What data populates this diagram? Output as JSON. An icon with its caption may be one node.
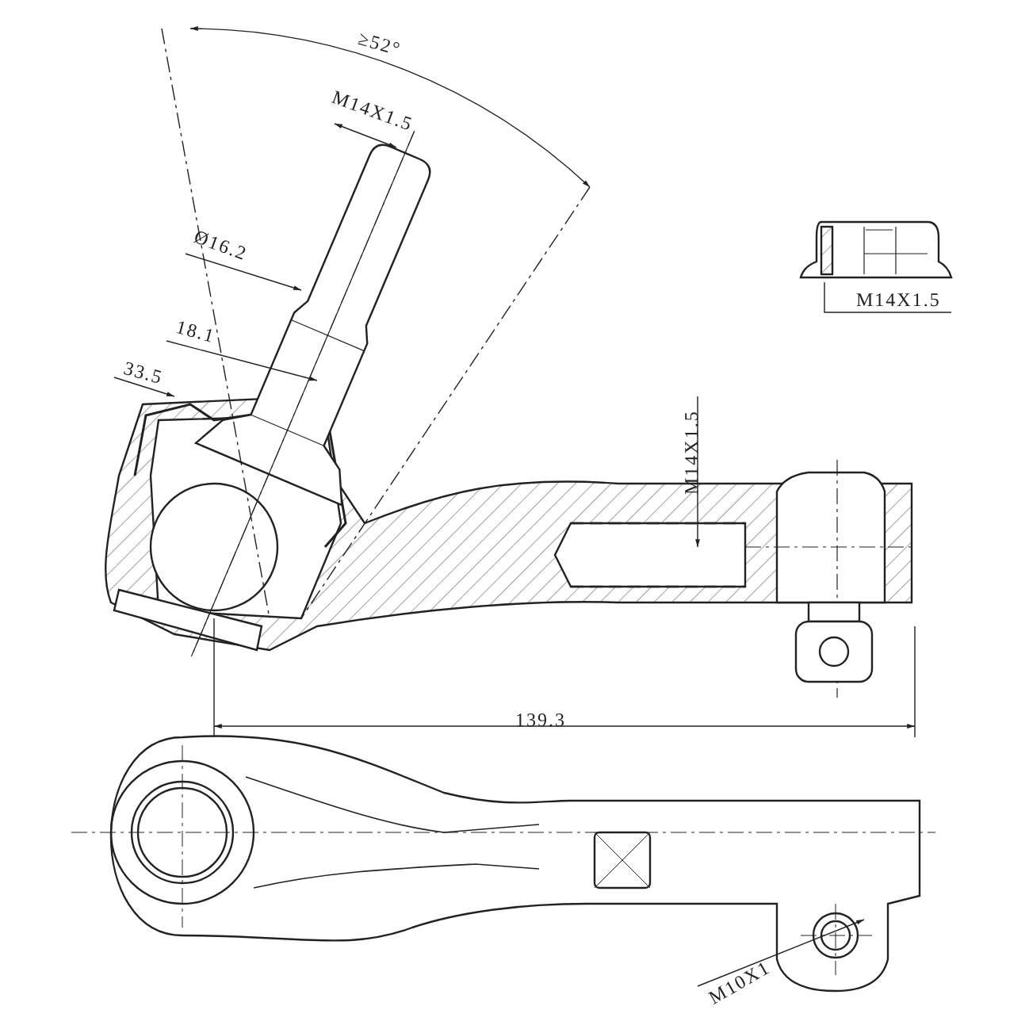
{
  "diagram": {
    "labels": [
      "≥52°",
      "M14X1.5",
      "Ø16.2",
      "18.1",
      "33.5",
      "M14X1.5",
      "M14X1.5",
      "139.3",
      "M10X1"
    ]
  }
}
